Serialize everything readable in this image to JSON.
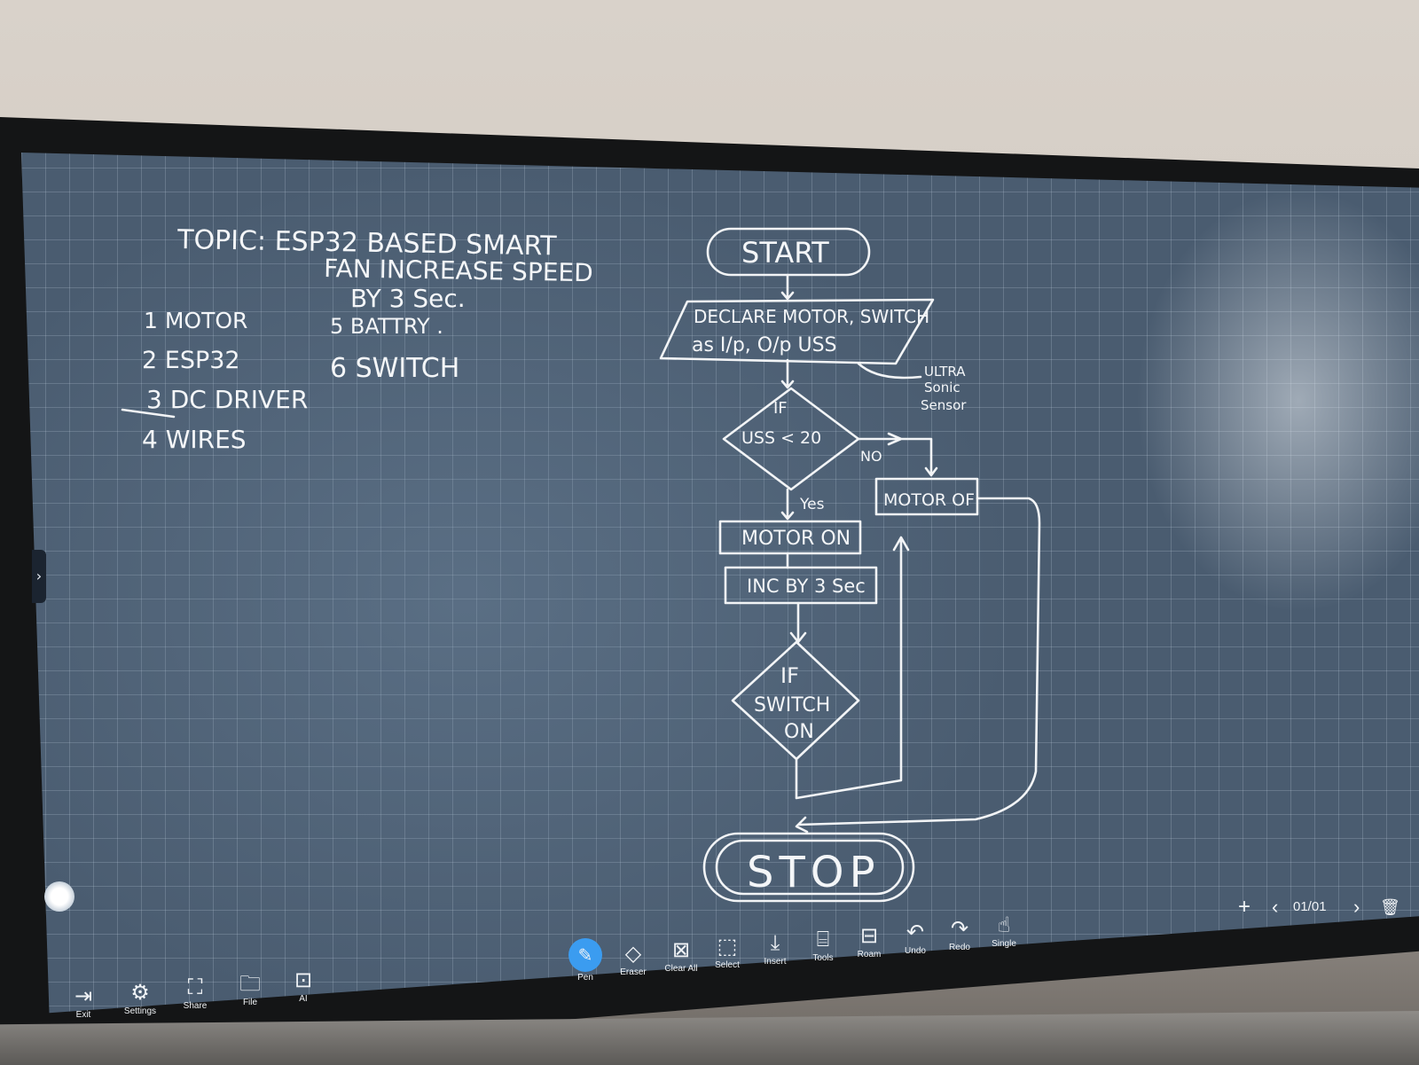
{
  "whiteboard": {
    "topic_lines": [
      "TOPIC: ESP32 BASED SMART",
      "FAN INCREASE SPEED",
      "BY 3 Sec."
    ],
    "components": [
      "1 MOTOR",
      "2 ESP32",
      "3 DC DRIVER",
      "4 WIRES",
      "5 BATTRY .",
      "6 SWITCH"
    ],
    "flowchart": {
      "start": "START",
      "declare_line1": "DECLARE MOTOR, SWITCH",
      "declare_line2": "as I/p, O/p USS",
      "side_note": [
        "ULTRA",
        "Sonic",
        "Sensor"
      ],
      "decision_if": "IF",
      "decision_cond": "USS < 20",
      "no_label": "NO",
      "yes_label": "Yes",
      "motor_on": "MOTOR ON",
      "motor_off": "MOTOR OF",
      "inc": "INC BY 3 Sec",
      "switch_line1": "IF",
      "switch_line2": "SWITCH",
      "switch_line3": "ON",
      "stop": "STOP"
    }
  },
  "left_toolbar": [
    {
      "label": "Exit",
      "icon": "exit-icon"
    },
    {
      "label": "Settings",
      "icon": "gear-icon"
    },
    {
      "label": "Share",
      "icon": "share-icon"
    },
    {
      "label": "File",
      "icon": "folder-icon"
    },
    {
      "label": "AI",
      "icon": "robot-icon"
    }
  ],
  "center_toolbar": [
    {
      "label": "Pen",
      "icon": "pen-icon",
      "active": true
    },
    {
      "label": "Eraser",
      "icon": "eraser-icon"
    },
    {
      "label": "Clear All",
      "icon": "clear-all-icon"
    },
    {
      "label": "Select",
      "icon": "select-icon"
    },
    {
      "label": "Insert",
      "icon": "insert-icon"
    },
    {
      "label": "Tools",
      "icon": "tools-icon"
    },
    {
      "label": "Roam",
      "icon": "roam-icon"
    },
    {
      "label": "Undo",
      "icon": "undo-icon"
    },
    {
      "label": "Redo",
      "icon": "redo-icon"
    },
    {
      "label": "Single",
      "icon": "hand-icon"
    }
  ],
  "page_nav": {
    "add": "+",
    "prev": "‹",
    "page": "01/01",
    "next": "›",
    "delete_icon": "trash-icon"
  },
  "colors": {
    "board": "#4a5c70",
    "ink": "#f2f4f6",
    "pen_active": "#3b9cf0"
  }
}
